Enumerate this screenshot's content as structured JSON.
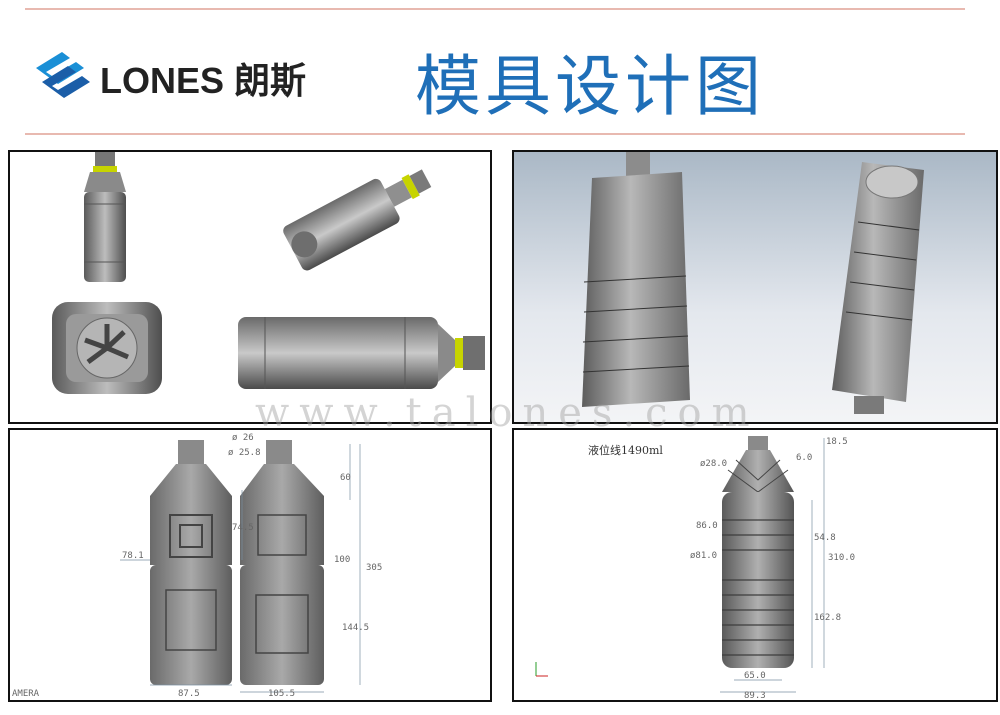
{
  "header": {
    "brand": "LONES 朗斯",
    "title": "模具设计图"
  },
  "watermark": "www.talones.com",
  "panel3": {
    "dims": [
      "ø 26",
      "ø 25.8",
      "60",
      "74.5",
      "78.1",
      "100",
      "305",
      "144.5",
      "87.5",
      "105.5"
    ],
    "corner": "AMERA"
  },
  "panel4": {
    "note": "液位线1490ml",
    "dims": [
      "ø28.0",
      "86.0",
      "ø81.0",
      "54.8",
      "310.0",
      "162.8",
      "65.0",
      "89.3",
      "6.0",
      "18.5"
    ]
  },
  "colors": {
    "brand_blue": "#1f6fb8",
    "accent": "#e8b9b0",
    "bottle_gray": "#8a8a8a"
  }
}
